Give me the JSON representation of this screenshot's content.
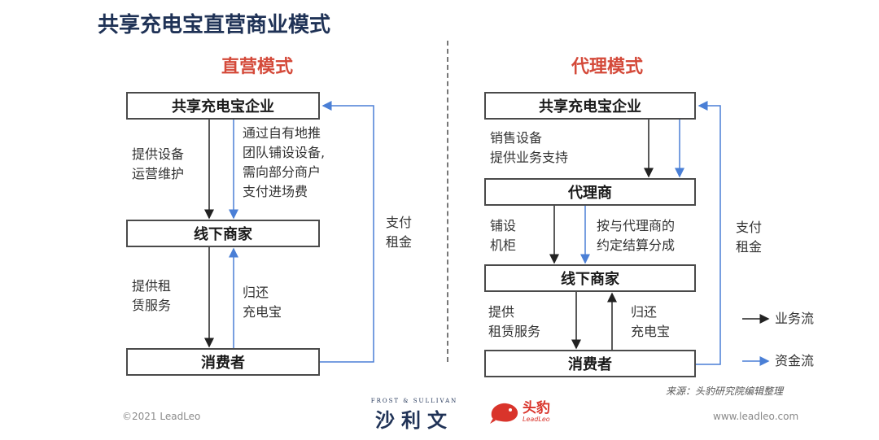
{
  "title": "共享充电宝直营商业模式",
  "left": {
    "heading": "直营模式",
    "box_enterprise": "共享充电宝企业",
    "box_merchant": "线下商家",
    "box_consumer": "消费者",
    "label_provide_equipment": [
      "提供设备",
      "运营维护"
    ],
    "label_promotion": [
      "通过自有地推",
      "团队铺设设备,",
      "需向部分商户",
      "支付进场费"
    ],
    "label_rental_service": [
      "提供租",
      "赁服务"
    ],
    "label_return": [
      "归还",
      "充电宝"
    ],
    "label_pay_rent": [
      "支付",
      "租金"
    ]
  },
  "right": {
    "heading": "代理模式",
    "box_enterprise": "共享充电宝企业",
    "box_agent": "代理商",
    "box_merchant": "线下商家",
    "box_consumer": "消费者",
    "label_sales": [
      "销售设备",
      "提供业务支持"
    ],
    "label_install": [
      "铺设",
      "机柜"
    ],
    "label_settlement": [
      "按与代理商的",
      "约定结算分成"
    ],
    "label_rental_service": [
      "提供",
      "租赁服务"
    ],
    "label_return": [
      "归还",
      "充电宝"
    ],
    "label_pay_rent": [
      "支付",
      "租金"
    ]
  },
  "legend": {
    "business_flow": "业务流",
    "capital_flow": "资金流"
  },
  "source": "来源：头豹研究院编辑整理",
  "footer": {
    "copyright": "©2021 LeadLeo",
    "partner_small": "FROST & SULLIVAN",
    "partner_name": "沙利文",
    "brand_name": "头豹",
    "brand_sub": "LeadLeo",
    "website": "www.leadleo.com"
  },
  "colors": {
    "title": "#1f3256",
    "heading": "#d44a3a",
    "business_flow": "#222222",
    "capital_flow": "#4a7fd6"
  }
}
